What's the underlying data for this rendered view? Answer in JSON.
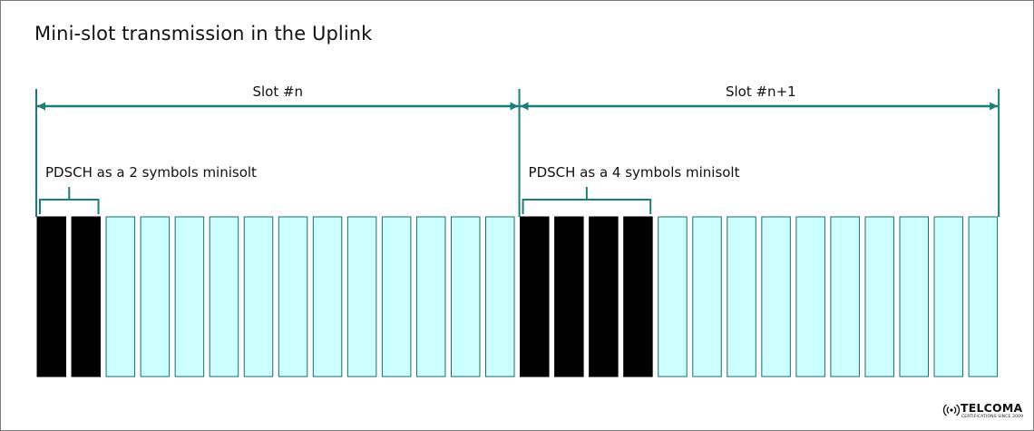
{
  "title": "Mini-slot transmission in the Uplink",
  "slots": [
    {
      "label": "Slot #n",
      "symbols": 14,
      "minislot_symbols": 2,
      "minislot_label": "PDSCH as a  2 symbols minisolt"
    },
    {
      "label": "Slot #n+1",
      "symbols": 14,
      "minislot_symbols": 4,
      "minislot_label": "PDSCH as a  4 symbols minisolt"
    }
  ],
  "colors": {
    "arrow": "#1a7f78",
    "minislot_fill": "#000000",
    "symbol_fill": "#ccffff",
    "symbol_stroke": "#1a6e68",
    "text": "#111111"
  },
  "logo": {
    "brand": "TELCOMA",
    "tagline": "CERTIFICATIONS SINCE 2009",
    "icon": "signal-waves-icon"
  }
}
